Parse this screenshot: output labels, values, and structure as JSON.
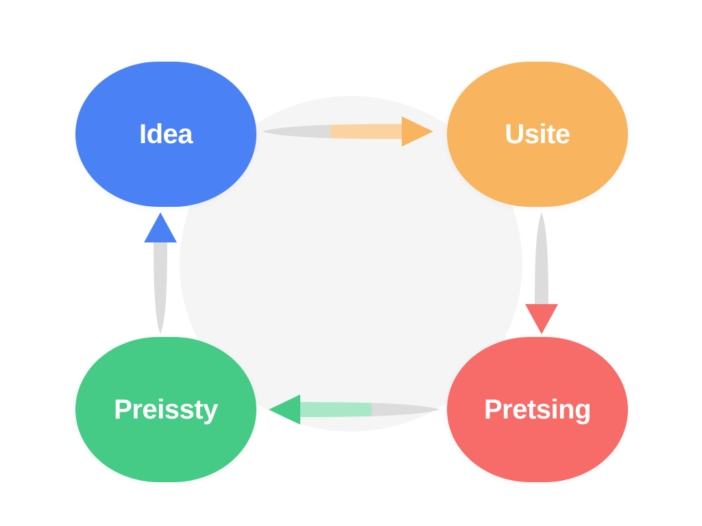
{
  "diagram": {
    "title": "Four-stage cyclic process diagram",
    "background_color": "#ffffff",
    "center_disc_color": "#f4f4f4",
    "shaft_gray": "#dcdcdc",
    "nodes": [
      {
        "id": "idea",
        "label": "Idea",
        "color": "#4a82f5",
        "position": "top-left"
      },
      {
        "id": "usite",
        "label": "Usite",
        "color": "#f8b45e",
        "position": "top-right"
      },
      {
        "id": "pretsing",
        "label": "Pretsing",
        "color": "#f76b68",
        "position": "bottom-right"
      },
      {
        "id": "preissty",
        "label": "Preissty",
        "color": "#45cb85",
        "position": "bottom-left"
      }
    ],
    "connectors": [
      {
        "id": "idea-to-usite",
        "from": "Idea",
        "to": "Usite",
        "direction": "right",
        "head_color": "#f8b45e"
      },
      {
        "id": "usite-to-pretsing",
        "from": "Usite",
        "to": "Pretsing",
        "direction": "down",
        "head_color": "#f76b68"
      },
      {
        "id": "pretsing-to-preissty",
        "from": "Pretsing",
        "to": "Preissty",
        "direction": "left",
        "head_color": "#45cb85"
      },
      {
        "id": "preissty-to-idea",
        "from": "Preissty",
        "to": "Idea",
        "direction": "up",
        "head_color": "#4a82f5"
      }
    ]
  }
}
